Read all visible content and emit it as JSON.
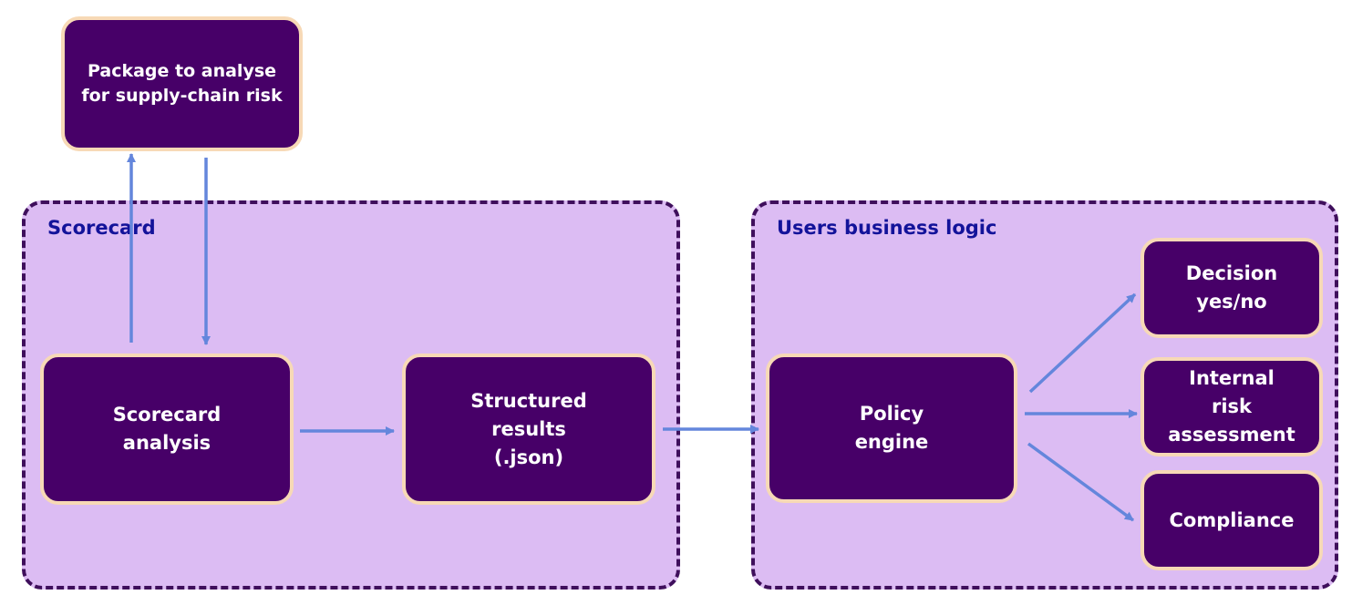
{
  "colors": {
    "group_fill": "#dcbcf3",
    "group_border": "#3f0f5c",
    "group_label": "#13139a",
    "node_fill": "#470068",
    "node_border": "#f7d9b6",
    "node_text": "#ffffff",
    "arrow": "#6486dc"
  },
  "groups": {
    "scorecard": {
      "label": "Scorecard"
    },
    "business": {
      "label": "Users business logic"
    }
  },
  "nodes": {
    "package": "Package to analyse\nfor supply-chain risk",
    "analysis": "Scorecard\nanalysis",
    "results": "Structured\nresults\n(.json)",
    "policy": "Policy\nengine",
    "decision": "Decision\nyes/no",
    "risk": "Internal\nrisk\nassessment",
    "compliance": "Compliance"
  }
}
